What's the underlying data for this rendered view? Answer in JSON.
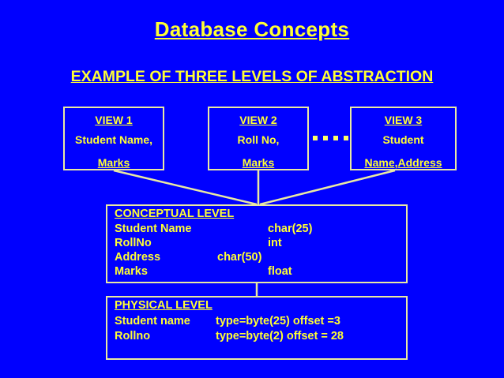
{
  "slide": {
    "title": "Database Concepts",
    "subtitle": "EXAMPLE OF THREE LEVELS OF ABSTRACTION",
    "background_color": "#0000FF",
    "text_color": "#FFFF33",
    "border_color": "#E9E9A2"
  },
  "views": [
    {
      "name": "view-1",
      "title": "VIEW 1",
      "line2": "Student Name,",
      "line3": "Marks"
    },
    {
      "name": "view-2",
      "title": "VIEW 2",
      "line2": "Roll No,",
      "line3": "Marks"
    },
    {
      "name": "view-3",
      "title": "VIEW  3",
      "line2": "Student",
      "line3": "Name,Address"
    }
  ],
  "ellipsis": "• • • •",
  "conceptual": {
    "heading": "CONCEPTUAL LEVEL",
    "rows": [
      {
        "field": "Student Name",
        "type": "char(25)"
      },
      {
        "field": "RollNo",
        "type": "int"
      },
      {
        "field": "Address",
        "type": "char(50)"
      },
      {
        "field": "Marks",
        "type": "float"
      }
    ]
  },
  "physical": {
    "heading": "PHYSICAL LEVEL",
    "rows": [
      {
        "field": "Student name",
        "type": "type=byte(25) offset =3"
      },
      {
        "field": "Rollno",
        "type": "type=byte(2) offset = 28"
      }
    ]
  }
}
